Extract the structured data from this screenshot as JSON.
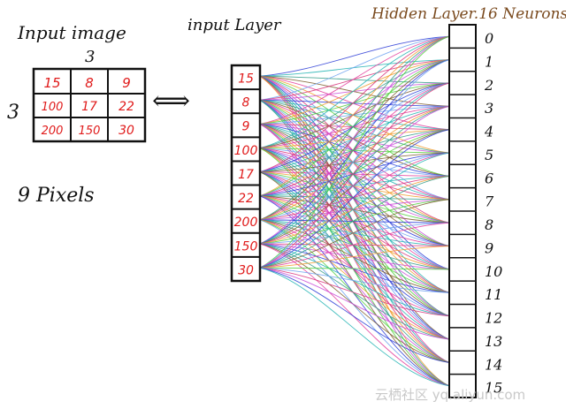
{
  "labels": {
    "input_image": "Input image",
    "input_layer": "input Layer",
    "hidden_layer": "Hidden Layer.16 Neurons",
    "pixels": "9 Pixels",
    "dim_top": "3",
    "dim_left": "3",
    "arrow": "⟺"
  },
  "image_grid": [
    [
      "15",
      "8",
      "9"
    ],
    [
      "100",
      "17",
      "22"
    ],
    [
      "200",
      "150",
      "30"
    ]
  ],
  "input_values": [
    "15",
    "8",
    "9",
    "100",
    "17",
    "22",
    "200",
    "150",
    "30"
  ],
  "hidden_neurons": [
    "0",
    "1",
    "2",
    "3",
    "4",
    "5",
    "6",
    "7",
    "8",
    "9",
    "10",
    "11",
    "12",
    "13",
    "14",
    "15"
  ],
  "connection_colors": [
    "#2a3bd6",
    "#6aa0f0",
    "#e2389a",
    "#21b3b3",
    "#d8327a",
    "#f09a2a",
    "#2f9a86",
    "#c84ad8",
    "#4fcf3a",
    "#7a5a2a"
  ],
  "watermark": "云栖社区 yq.aliyun.com"
}
